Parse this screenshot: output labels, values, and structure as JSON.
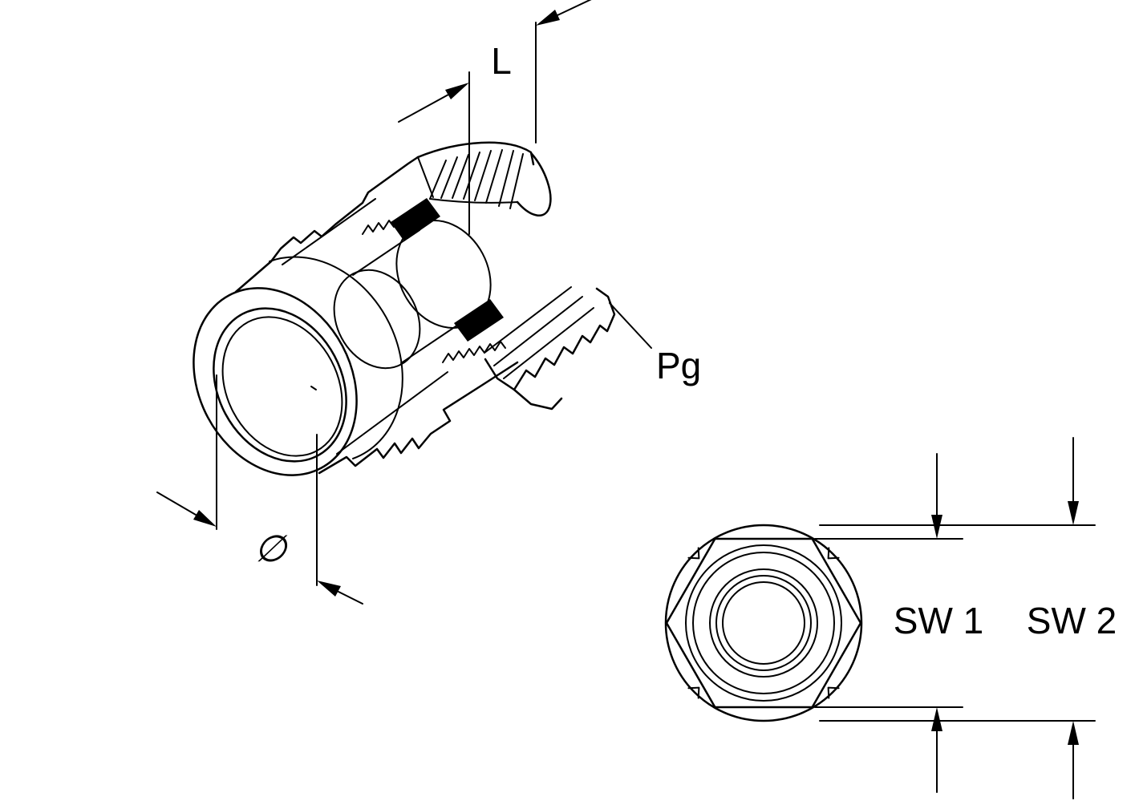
{
  "drawing": {
    "kind": "technical-drawing-cable-gland",
    "line_color": "#000000",
    "background_color": "#ffffff",
    "labels": {
      "length_dim": "L",
      "thread_label": "Pg",
      "diameter_symbol": "∅",
      "wrench_size_1": "SW 1",
      "wrench_size_2": "SW 2"
    }
  }
}
